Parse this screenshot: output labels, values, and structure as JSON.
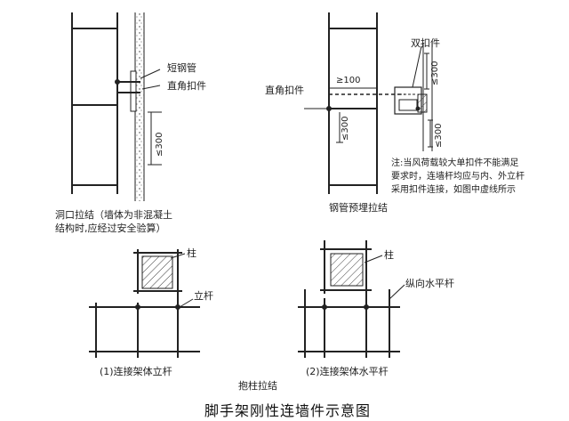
{
  "labels": {
    "short_pipe": "短钢管",
    "right_angle_clamp_1": "直角扣件",
    "dim_le300_1": "≤300",
    "double_clamp": "双扣件",
    "dim_le300_top": "≤300",
    "dim_ge100": "≥100",
    "right_angle_clamp_2": "直角扣件",
    "dim_le300_2": "≤300",
    "dim_le300_right": "≤300",
    "column_1": "柱",
    "upright": "立杆",
    "column_2": "柱",
    "longitudinal_bar": "纵向水平杆"
  },
  "captions": {
    "opening_tie_line1": "洞口拉结（墙体为非混凝土",
    "opening_tie_line2": "结构时,应经过安全验算）",
    "embedded_pipe_tie": "钢管预埋拉结",
    "note_line1": "注:当风荷载较大单扣件不能满足",
    "note_line2": "要求时，连墙杆均应与内、外立杆",
    "note_line3": "采用扣件连接，如图中虚线所示",
    "sub1": "(1)连接架体立杆",
    "sub2": "(2)连接架体水平杆",
    "column_tie": "抱柱拉结"
  },
  "title": "脚手架刚性连墙件示意图"
}
